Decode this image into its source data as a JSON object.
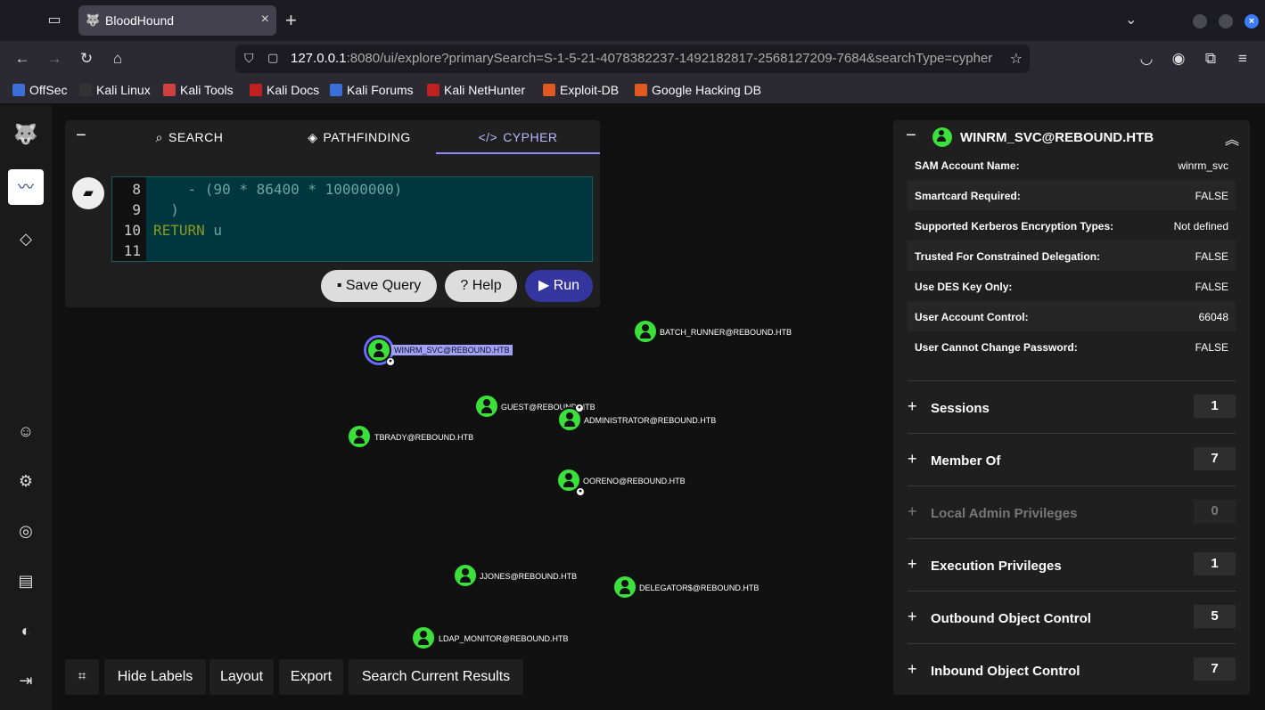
{
  "browser": {
    "tab_title": "BloodHound",
    "url_host": "127.0.0.1",
    "url_rest": ":8080/ui/explore?primarySearch=S-1-5-21-4078382237-1492182817-2568127209-7684&searchType=cypher",
    "bookmarks": [
      "OffSec",
      "Kali Linux",
      "Kali Tools",
      "Kali Docs",
      "Kali Forums",
      "Kali NetHunter",
      "Exploit-DB",
      "Google Hacking DB"
    ]
  },
  "query": {
    "tabs": [
      "SEARCH",
      "PATHFINDING",
      "CYPHER"
    ],
    "lines": [
      {
        "n": "8",
        "text": "    - (90 * 86400 * 10000000)"
      },
      {
        "n": "9",
        "text": "  )"
      },
      {
        "n": "10",
        "kw": "RETURN",
        "text": " u"
      },
      {
        "n": "11",
        "text": ""
      }
    ],
    "save_label": "Save Query",
    "help_label": "Help",
    "run_label": "Run"
  },
  "graph": {
    "nodes": [
      {
        "label": "WINRM_SVC@REBOUND.HTB"
      },
      {
        "label": "BATCH_RUNNER@REBOUND.HTB"
      },
      {
        "label": "GUEST@REBOUND.HTB"
      },
      {
        "label": "ADMINISTRATOR@REBOUND.HTB"
      },
      {
        "label": "TBRADY@REBOUND.HTB"
      },
      {
        "label": "OORENO@REBOUND.HTB"
      },
      {
        "label": "JJONES@REBOUND.HTB"
      },
      {
        "label": "DELEGATOR$@REBOUND.HTB"
      },
      {
        "label": "LDAP_MONITOR@REBOUND.HTB"
      }
    ]
  },
  "toolbar": {
    "hide_labels": "Hide Labels",
    "layout": "Layout",
    "export": "Export",
    "search_results": "Search Current Results"
  },
  "entity": {
    "name": "WINRM_SVC@REBOUND.HTB",
    "props": [
      {
        "k": "SAM Account Name:",
        "v": "winrm_svc"
      },
      {
        "k": "Smartcard Required:",
        "v": "FALSE"
      },
      {
        "k": "Supported Kerberos Encryption Types:",
        "v": "Not defined"
      },
      {
        "k": "Trusted For Constrained Delegation:",
        "v": "FALSE"
      },
      {
        "k": "Use DES Key Only:",
        "v": "FALSE"
      },
      {
        "k": "User Account Control:",
        "v": "66048"
      },
      {
        "k": "User Cannot Change Password:",
        "v": "FALSE"
      }
    ],
    "sections": [
      {
        "label": "Sessions",
        "count": "1"
      },
      {
        "label": "Member Of",
        "count": "7"
      },
      {
        "label": "Local Admin Privileges",
        "count": "0"
      },
      {
        "label": "Execution Privileges",
        "count": "1"
      },
      {
        "label": "Outbound Object Control",
        "count": "5"
      },
      {
        "label": "Inbound Object Control",
        "count": "7"
      }
    ]
  },
  "colors": {
    "node_user": "#3be03b",
    "accent": "#3535a0",
    "selected": "#a0a0ff"
  }
}
